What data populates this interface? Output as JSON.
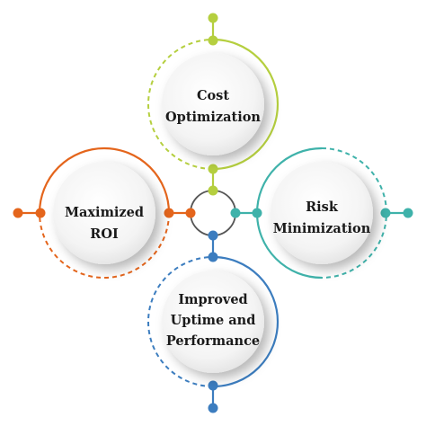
{
  "nodes": [
    {
      "id": "cost",
      "lines": [
        "Cost",
        "Optimization"
      ],
      "color": "#b5cf3f"
    },
    {
      "id": "roi",
      "lines": [
        "Maximized",
        "ROI"
      ],
      "color": "#e4651c"
    },
    {
      "id": "risk",
      "lines": [
        "Risk",
        "Minimization"
      ],
      "color": "#3fb2aa"
    },
    {
      "id": "uptime",
      "lines": [
        "Improved",
        "Uptime and",
        "Performance"
      ],
      "color": "#3c7dbf"
    }
  ],
  "center": {
    "color": "#555555"
  }
}
